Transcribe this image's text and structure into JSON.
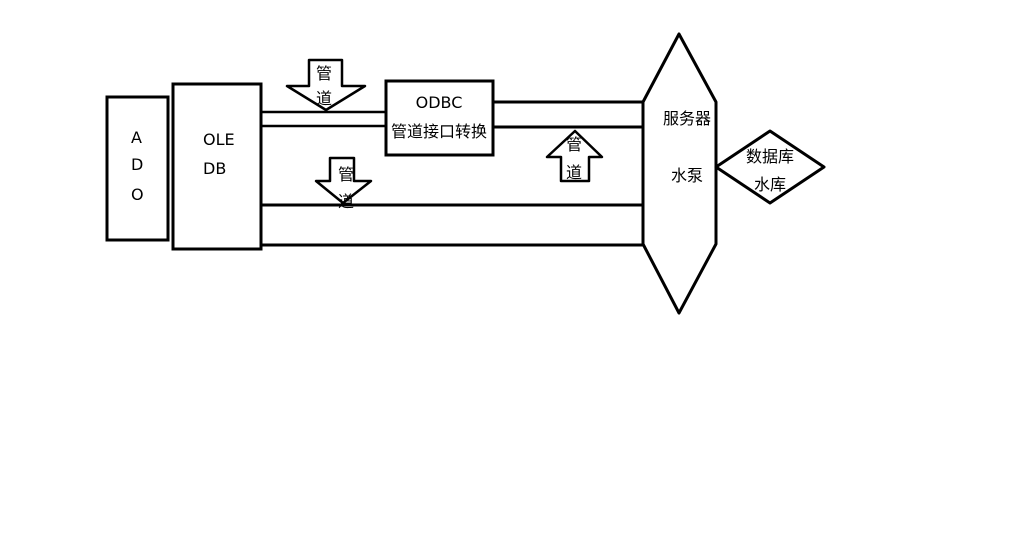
{
  "diagram": {
    "ado": {
      "letters": [
        "A",
        "D",
        "O"
      ]
    },
    "oledb": {
      "line1": "OLE",
      "line2": "DB"
    },
    "odbc": {
      "line1": "ODBC",
      "line2": "管道接口转换"
    },
    "pipe_arrows": [
      {
        "line1": "管",
        "line2": "道"
      },
      {
        "line1": "管",
        "line2": "道"
      },
      {
        "line1": "管",
        "line2": "道"
      }
    ],
    "server": {
      "line1": "服务器",
      "line2": "水泵"
    },
    "database": {
      "line1": "数据库",
      "line2": "水库"
    }
  }
}
